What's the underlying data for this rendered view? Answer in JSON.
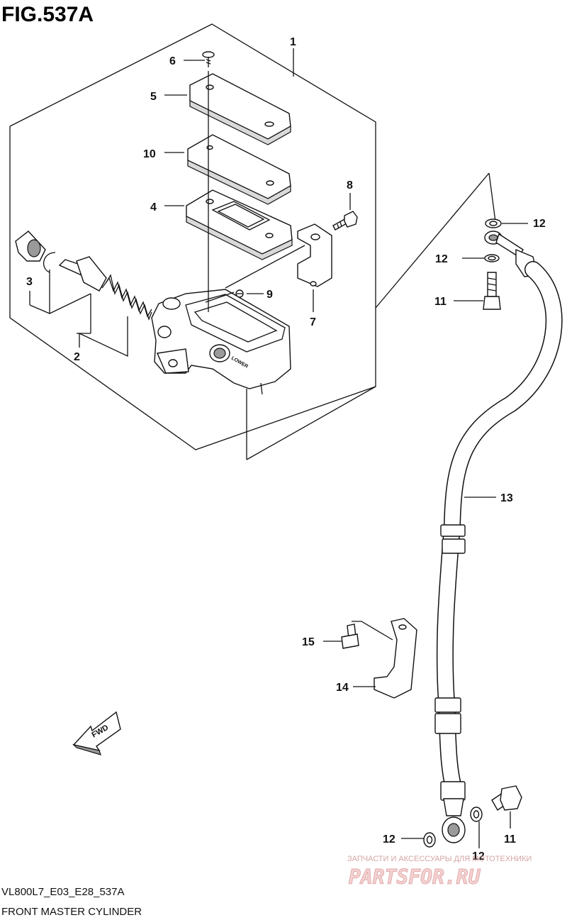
{
  "header": {
    "title": "FIG.537A"
  },
  "callouts": [
    {
      "id": "1",
      "label": "1"
    },
    {
      "id": "2",
      "label": "2"
    },
    {
      "id": "3",
      "label": "3"
    },
    {
      "id": "4",
      "label": "4"
    },
    {
      "id": "5",
      "label": "5"
    },
    {
      "id": "6",
      "label": "6"
    },
    {
      "id": "7",
      "label": "7"
    },
    {
      "id": "8",
      "label": "8"
    },
    {
      "id": "9",
      "label": "9"
    },
    {
      "id": "10",
      "label": "10"
    },
    {
      "id": "11a",
      "label": "11"
    },
    {
      "id": "11b",
      "label": "11"
    },
    {
      "id": "12a",
      "label": "12"
    },
    {
      "id": "12b",
      "label": "12"
    },
    {
      "id": "12c",
      "label": "12"
    },
    {
      "id": "12d",
      "label": "12"
    },
    {
      "id": "13",
      "label": "13"
    },
    {
      "id": "14",
      "label": "14"
    },
    {
      "id": "15",
      "label": "15"
    }
  ],
  "direction": {
    "label": "FWD"
  },
  "body_marking": {
    "label": "LOWER"
  },
  "footer": {
    "code": "VL800L7_E03_E28_537A",
    "name": "FRONT MASTER CYLINDER"
  },
  "watermark": {
    "tagline": "ЗАПЧАСТИ И АКСЕССУАРЫ ДЛЯ МОТОТЕХНИКИ",
    "brand": "PARTSFOR.RU",
    "color": "#e3aaaa"
  }
}
